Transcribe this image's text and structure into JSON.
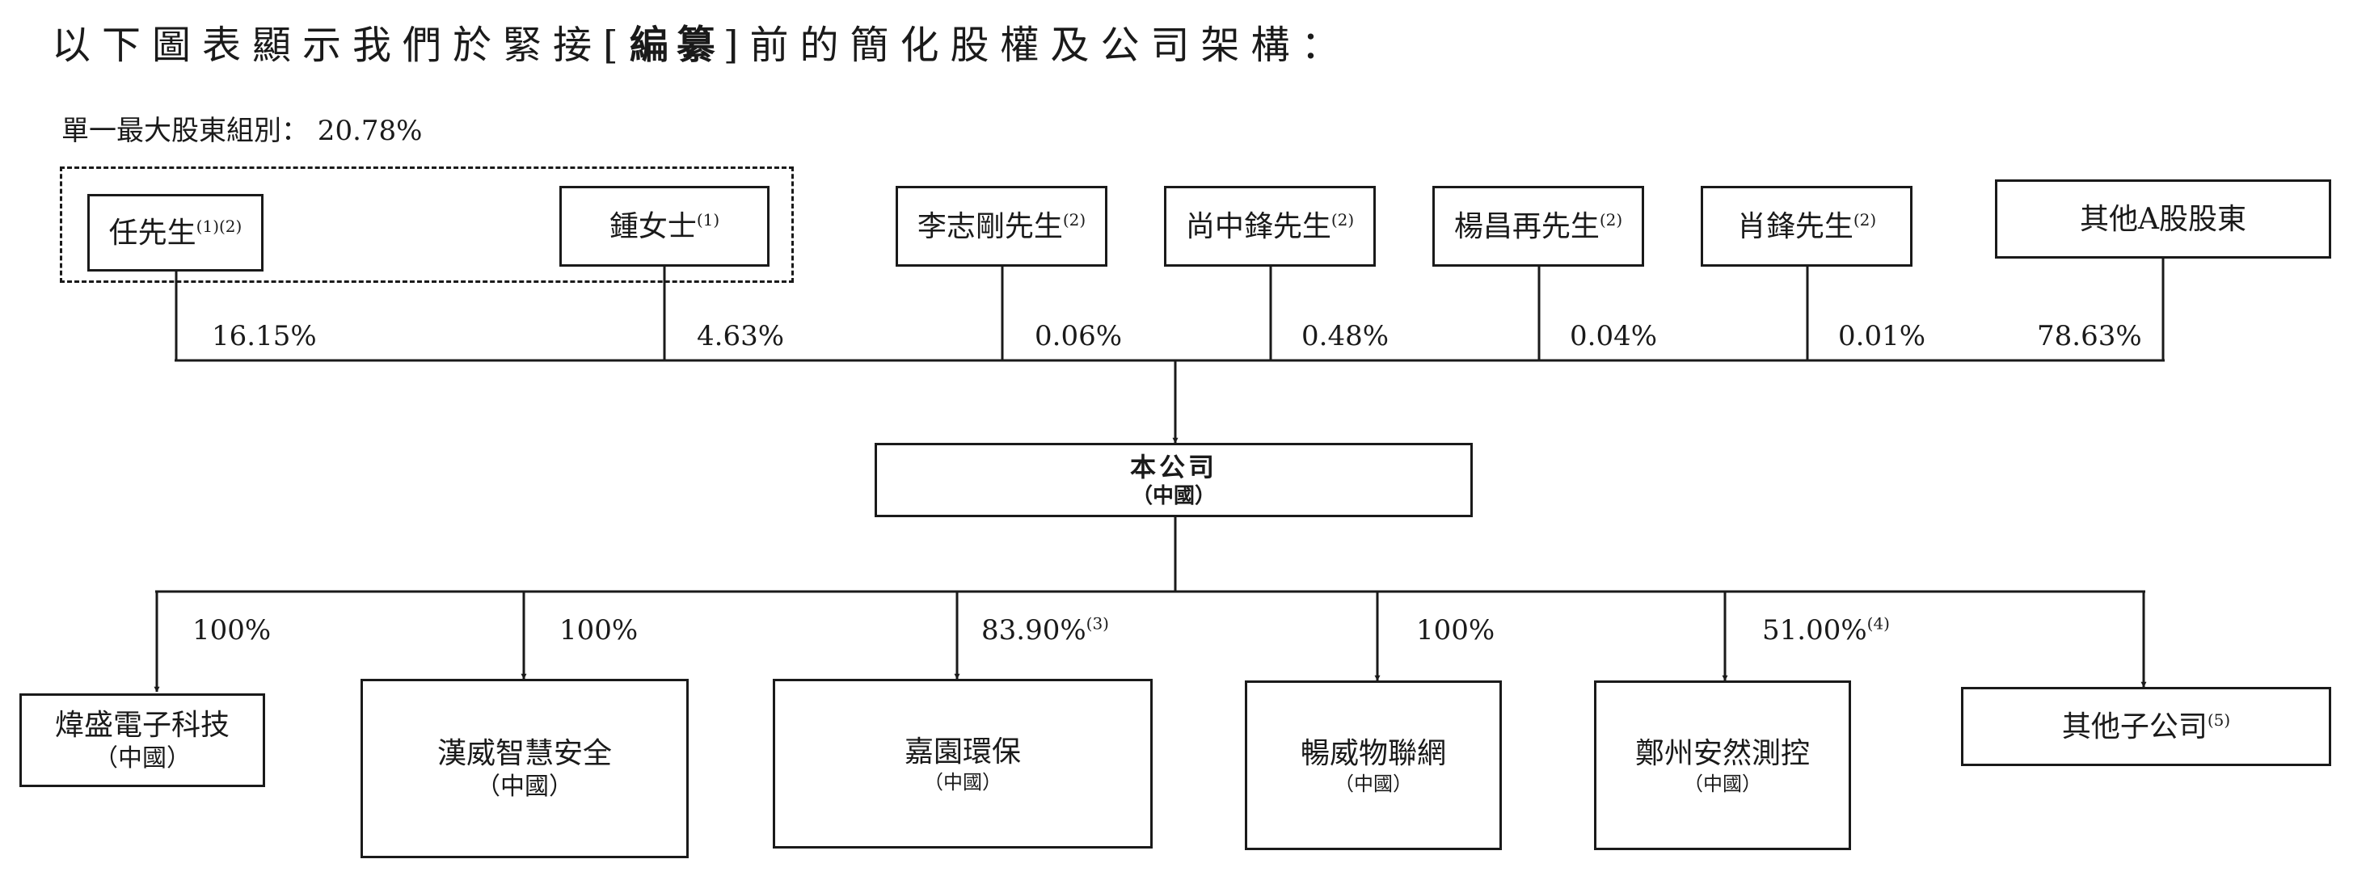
{
  "heading": {
    "before": "以下圖表顯示我們於緊接[",
    "bold": "編纂",
    "after": "]前的簡化股權及公司架構："
  },
  "group_label": "單一最大股東組別： 20.78%",
  "shareholders": [
    {
      "name": "任先生",
      "note": "(1)(2)",
      "pct": "16.15%"
    },
    {
      "name": "鍾女士",
      "note": "(1)",
      "pct": "4.63%"
    },
    {
      "name": "李志剛先生",
      "note": "(2)",
      "pct": "0.06%"
    },
    {
      "name": "尚中鋒先生",
      "note": "(2)",
      "pct": "0.48%"
    },
    {
      "name": "楊昌再先生",
      "note": "(2)",
      "pct": "0.04%"
    },
    {
      "name": "肖鋒先生",
      "note": "(2)",
      "pct": "0.01%"
    },
    {
      "name": "其他A股股東",
      "note": "",
      "pct": "78.63%"
    }
  ],
  "company": {
    "name": "本公司",
    "sub": "（中國）"
  },
  "subsidiaries": [
    {
      "name": "煒盛電子科技",
      "sub": "（中國）",
      "pct": "100%",
      "pct_note": ""
    },
    {
      "name": "漢威智慧安全",
      "sub": "（中國）",
      "pct": "100%",
      "pct_note": ""
    },
    {
      "name": "嘉園環保",
      "sub": "（中國）",
      "pct": "83.90%",
      "pct_note": "(3)"
    },
    {
      "name": "暢威物聯網",
      "sub": "（中國）",
      "pct": "100%",
      "pct_note": ""
    },
    {
      "name": "鄭州安然測控",
      "sub": "（中國）",
      "pct": "51.00%",
      "pct_note": "(4)"
    },
    {
      "name": "其他子公司",
      "sub": "",
      "pct": "",
      "pct_note": "(5)"
    }
  ]
}
